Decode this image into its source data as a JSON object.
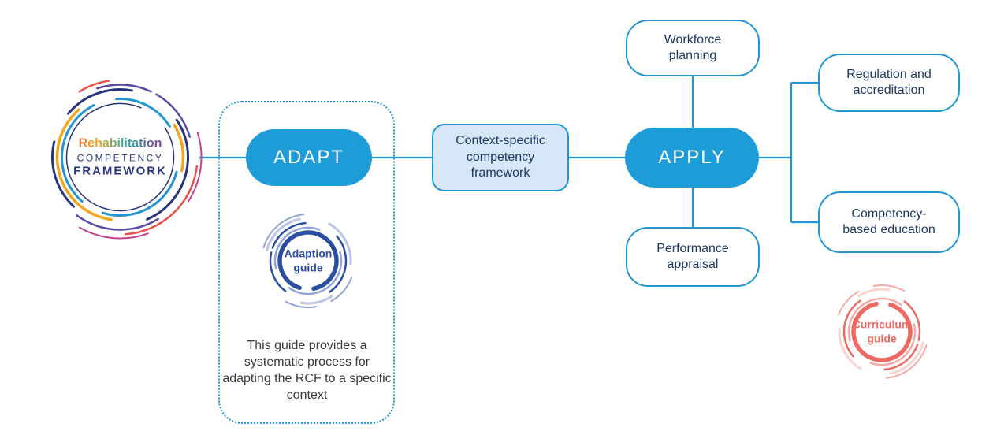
{
  "logo": {
    "title": "Rehabilitation",
    "competency": "COMPETENCY",
    "framework": "FRAMEWORK"
  },
  "adapt_section": {
    "pill_label": "ADAPT",
    "guide_label": "Adaption guide",
    "description": "This guide provides a systematic process for adapting the RCF to a specific context"
  },
  "context_node": {
    "label": "Context-specific competency framework"
  },
  "apply_section": {
    "pill_label": "APPLY"
  },
  "outcome_nodes": [
    {
      "id": "workforce-planning",
      "label": "Workforce planning"
    },
    {
      "id": "performance-appraisal",
      "label": "Performance appraisal"
    },
    {
      "id": "regulation-accreditation",
      "label": "Regulation and accreditation"
    },
    {
      "id": "competency-based-education",
      "label": "Competency-based education"
    }
  ],
  "curriculum_guide": {
    "label": "Curriculum guide"
  },
  "colors": {
    "primary_blue": "#1E9CD7",
    "light_blue_fill": "#D6E8F7",
    "navy_text": "#1F3864",
    "logo_navy": "#28357E",
    "guide_blue": "#2B4EA2",
    "guide_red": "#ED6A62"
  }
}
